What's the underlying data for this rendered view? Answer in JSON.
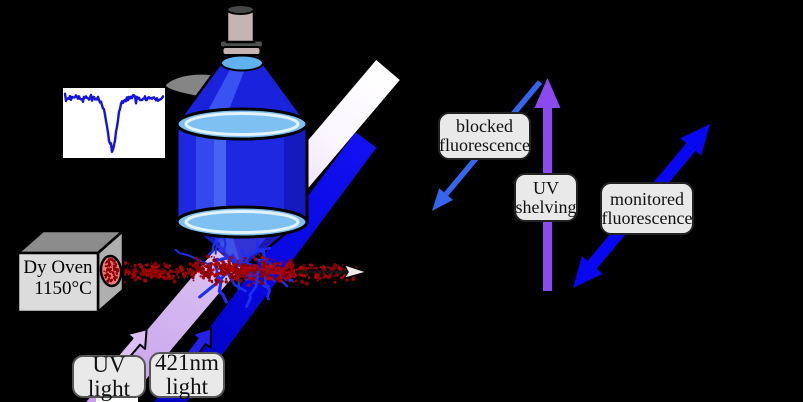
{
  "figure": {
    "description": "Dy atomic-beam laser spectroscopy setup with UV shelving level diagram"
  },
  "colors": {
    "background": "#000000",
    "uv_beam_bottom": "#C79DEC",
    "uv_beam_top": "#FFFFFF",
    "beam_421": "#0909E6",
    "atomic_beam_red": "#AE0000",
    "aperture_red": "#F07878",
    "fluorescence_spikes": "#1C2FF0",
    "shelving_arrow_purple": "#8B49F0",
    "blocked_arrow_blue": "#3565EE",
    "monitored_arrow_blue": "#0707F2",
    "lens_body_blue": "#2028E0",
    "lens_glass_blue": "#7EC0F2",
    "detector_gray": "#C6B4B4",
    "oven_front": "#DCDCDC",
    "oven_top": "#8C8C8C",
    "oven_side": "#AFAFAF",
    "trace_blue": "#1414DC",
    "label_bg": "#E9E9E9",
    "label_border": "#222222",
    "label_text": "#101010"
  },
  "oven": {
    "line1": "Dy Oven",
    "line2": "1150°C"
  },
  "beam_labels": {
    "uv": {
      "line1": "UV",
      "line2": "light"
    },
    "laser421": {
      "line1": "421nm",
      "line2": "light"
    }
  },
  "level_diagram": {
    "blocked": {
      "line1": "blocked",
      "line2": "fluorescence"
    },
    "shelving": {
      "line1": "UV",
      "line2": "shelving"
    },
    "monitored": {
      "line1": "monitored",
      "line2": "fluorescence"
    }
  },
  "icons": {
    "inset_trace": "absorption-dip-trace",
    "detector": "photodetector-tube",
    "signal_swoosh": "signal-to-plot-arrow",
    "atomic_beam_arrow": "beam-direction-arrow"
  }
}
